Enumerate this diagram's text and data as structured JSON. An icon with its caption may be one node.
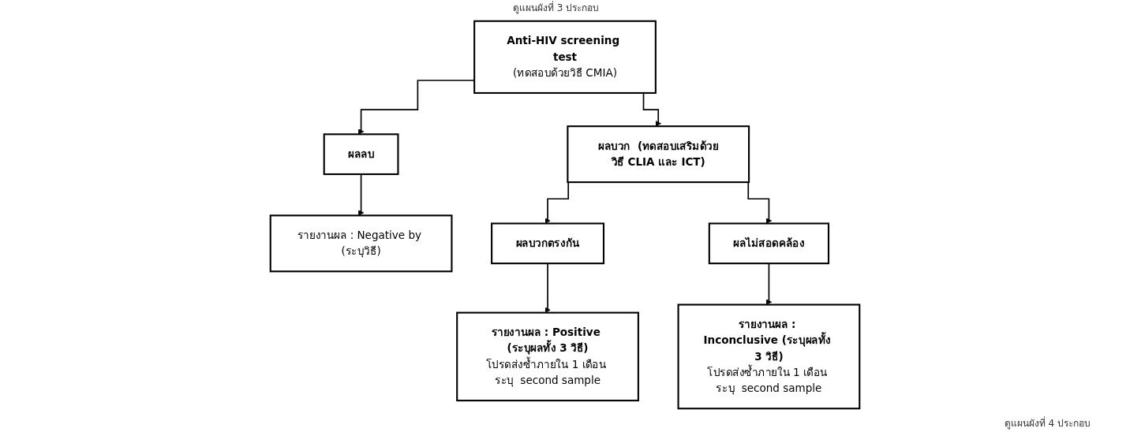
{
  "diagram": {
    "nodes": [
      {
        "text": [
          "Anti-HIV screening test",
          "(ทดสอบด้วยวิธี CMIA)"
        ]
      },
      {
        "text": [
          "ผลลบ"
        ]
      },
      {
        "text": [
          "ผลบวก  (ทดสอบเสริมด้วยวิธี CLIA และ ICT)"
        ]
      },
      {
        "text": [
          "รายงานผล : Negative by (ระบุวิธี)"
        ]
      },
      {
        "text": [
          "ผลบวกตรงกัน"
        ]
      },
      {
        "text": [
          "ผลไม่สอดคล้อง"
        ]
      },
      {
        "text": [
          "รายงานผล : Positive (ระบุผลทั้ง 3 วิธี)",
          "โปรดส่งซ้ำภายใน 1 เดือน ระบุ  second sample"
        ]
      },
      {
        "text": [
          "รายงานผล : Inconclusive (ระบุผลทั้ง 3 วิธี)",
          "โปรดส่งซ้ำภายใน 1 เดือน ระบุ  second sample"
        ]
      }
    ],
    "edges": [
      {
        "from": 0,
        "to": 1,
        "arrow": "to"
      },
      {
        "from": 0,
        "to": 2,
        "arrow": "to"
      },
      {
        "from": 1,
        "to": 3,
        "arrow": "to"
      },
      {
        "from": 2,
        "to": 4,
        "arrow": "to"
      },
      {
        "from": 2,
        "to": 5,
        "arrow": "to"
      },
      {
        "from": 4,
        "to": 6,
        "arrow": "to"
      },
      {
        "from": 5,
        "to": 7,
        "arrow": "to"
      }
    ],
    "labels": [
      "ดูแผนผังที่ 3 ประกอบ",
      "ดูแผนผังที่ 4 ประกอบ"
    ]
  }
}
